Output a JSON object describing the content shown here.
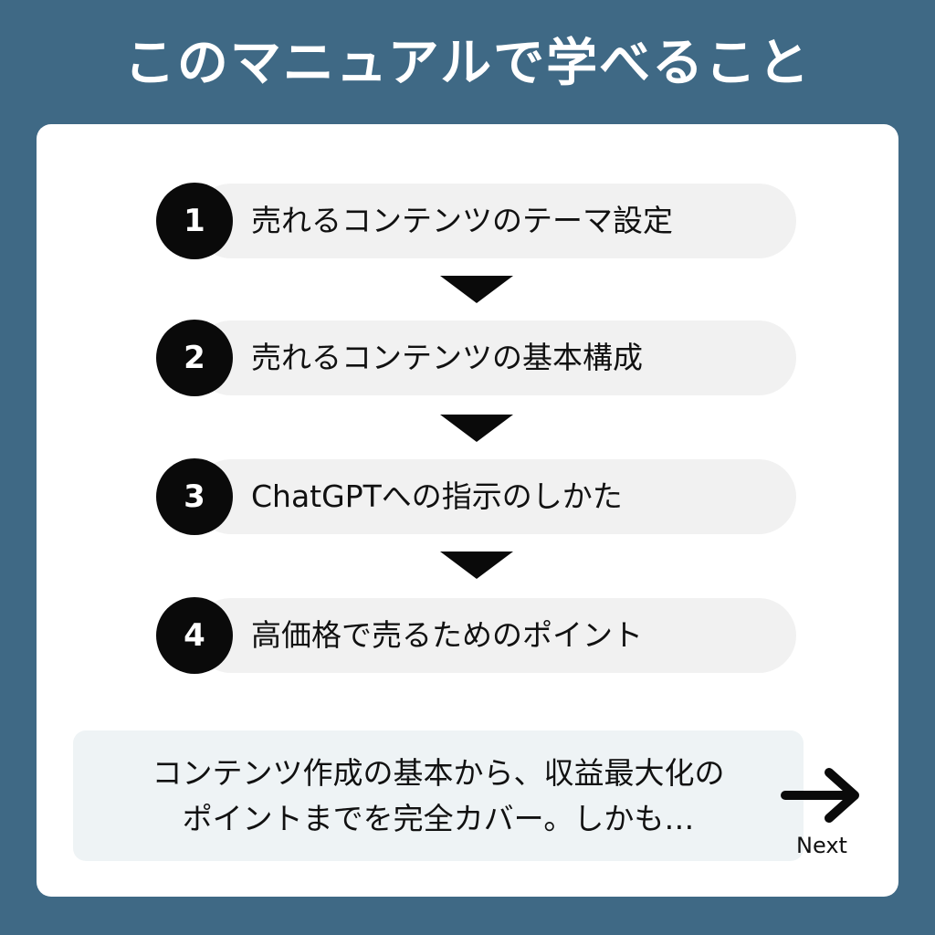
{
  "title": "このマニュアルで学べること",
  "steps": [
    {
      "number": "1",
      "label": "売れるコンテンツのテーマ設定"
    },
    {
      "number": "2",
      "label": "売れるコンテンツの基本構成"
    },
    {
      "number": "3",
      "label": "ChatGPTへの指示のしかた"
    },
    {
      "number": "4",
      "label": "高価格で売るためのポイント"
    }
  ],
  "summary": {
    "line1": "コンテンツ作成の基本から、収益最大化の",
    "line2": "ポイントまでを完全カバー。しかも…"
  },
  "next": {
    "label": "Next",
    "icon": "arrow-right-icon"
  },
  "colors": {
    "background": "#3f6985",
    "card": "#ffffff",
    "pill": "#f1f1f1",
    "badge": "#0a0a0a",
    "summary_box": "#eef3f5"
  }
}
